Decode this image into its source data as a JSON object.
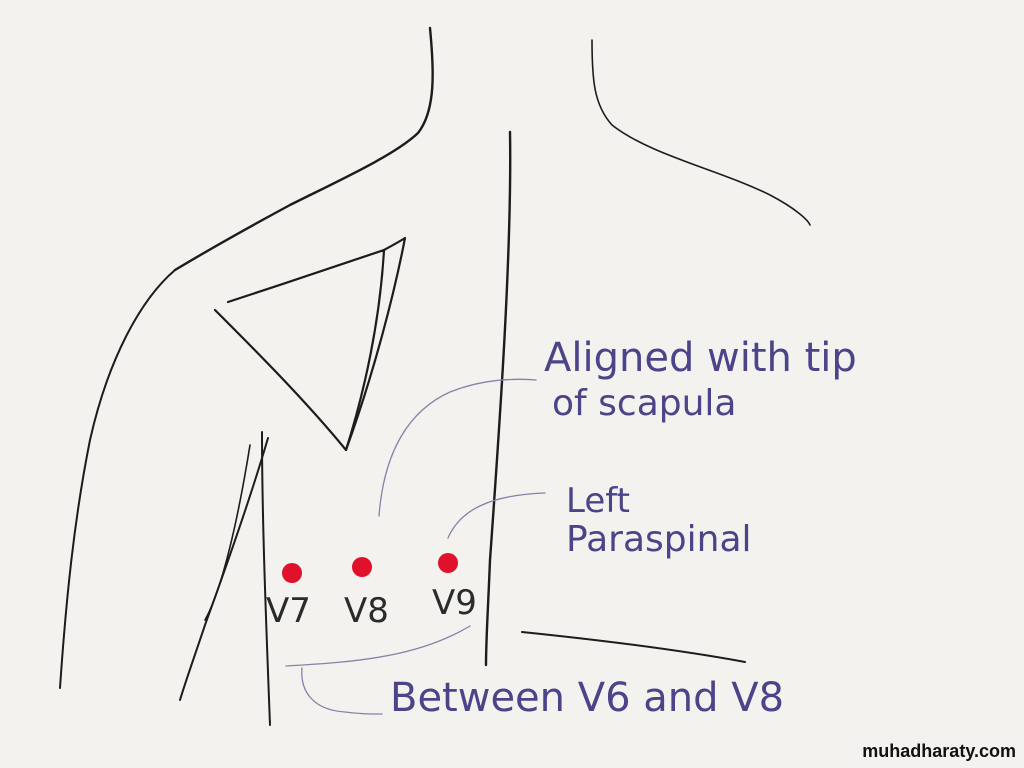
{
  "annotations": {
    "aligned_line1": "Aligned with tip",
    "aligned_line2": "of scapula",
    "left_line1": "Left",
    "left_line2": "Paraspinal",
    "between": "Between V6 and V8"
  },
  "leads": {
    "v7": "V7",
    "v8": "V8",
    "v9": "V9"
  },
  "watermark": "muhadharaty.com",
  "colors": {
    "electrode": "#e0112b",
    "annotation_text": "#4c4488",
    "annotation_line": "#8a7fa8",
    "outline": "#1c1c1c",
    "background": "#f3f2ef"
  }
}
